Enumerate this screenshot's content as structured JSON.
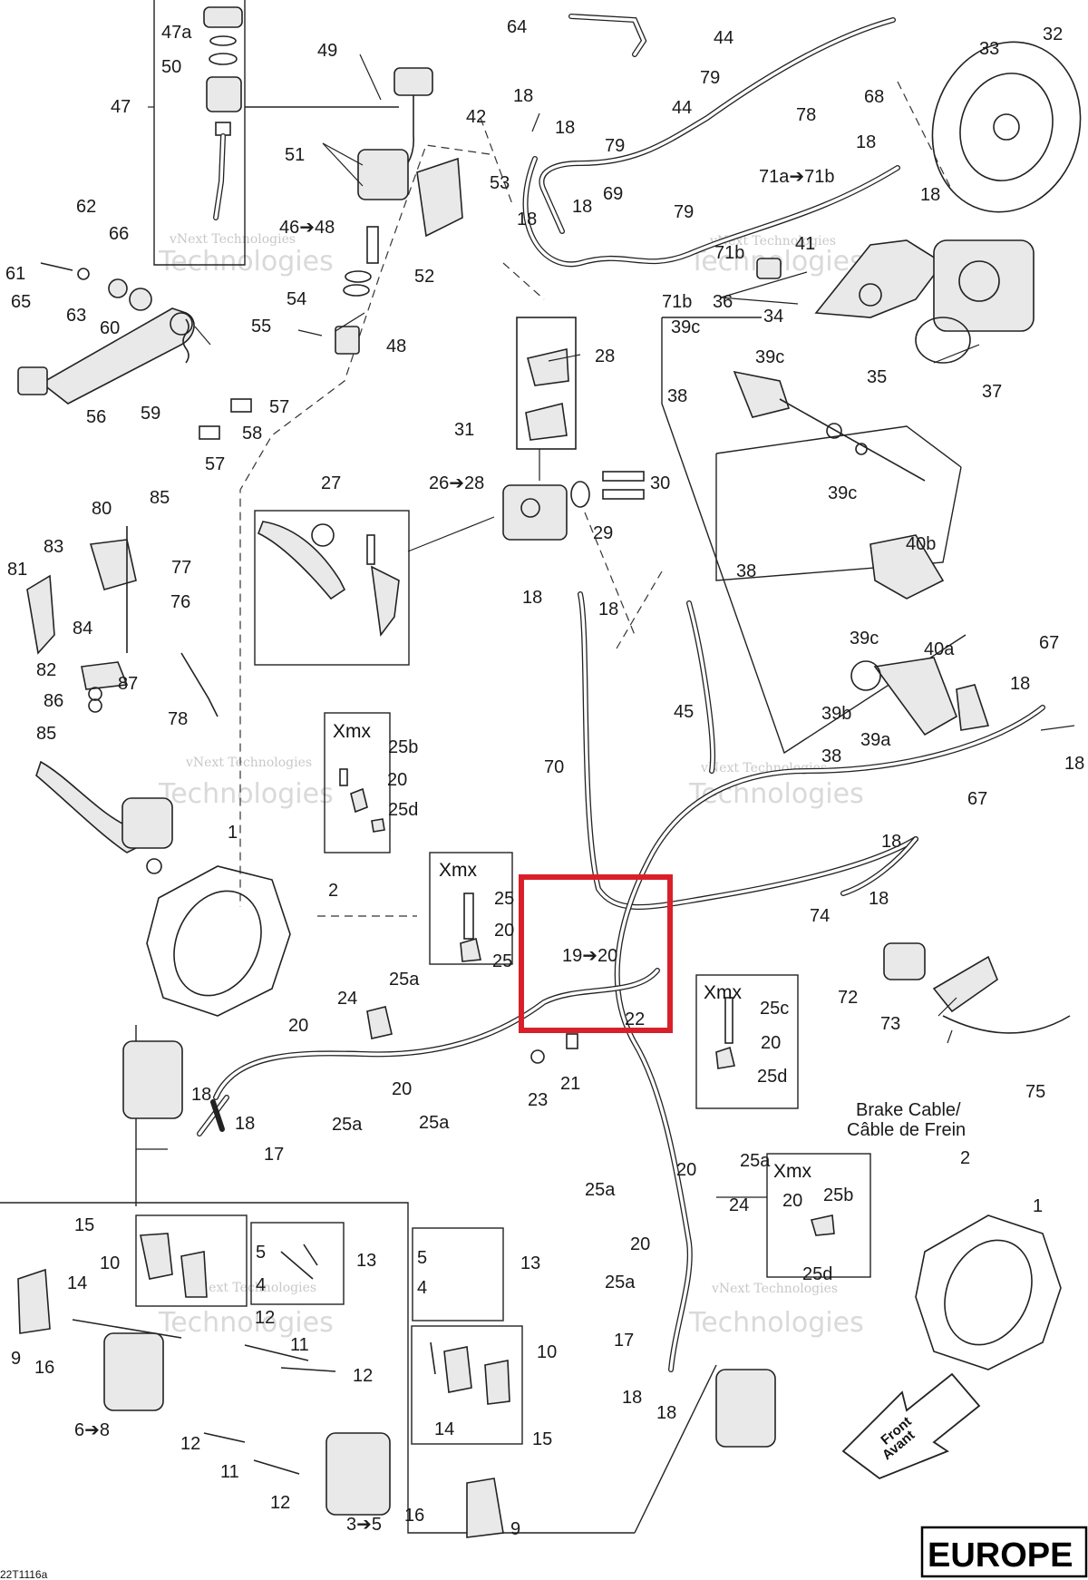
{
  "diagram_ref": "22T1116a",
  "region_badge": "EUROPE",
  "front_arrow": {
    "line1": "Front",
    "line2": "Avant"
  },
  "brake_cable": {
    "line1": "Brake Cable/",
    "line2": "Câble de Frein"
  },
  "watermark": {
    "line1": "vNext Technologies",
    "line2": "Technologies"
  },
  "xmx_label": "Xmx",
  "highlight": {
    "label": "19➔20",
    "color": "#d9202a"
  },
  "labels": {
    "l64": "64",
    "l44a": "44",
    "l32": "32",
    "l33": "33",
    "l47a": "47a",
    "l50": "50",
    "l47": "47",
    "l49": "49",
    "l18a": "18",
    "l18b": "18",
    "l42": "42",
    "l44b": "44",
    "l79a": "79",
    "l78": "78",
    "l68": "68",
    "l18c": "18",
    "l18d": "18",
    "l51": "51",
    "l53": "53",
    "l79b": "79",
    "l79c": "79",
    "l71a": "71a➔71b",
    "l69": "69",
    "l18e": "18",
    "l18f": "18",
    "l46": "46➔48",
    "l52": "52",
    "l41": "41",
    "l71b": "71b",
    "l71b2": "71b",
    "l36": "36",
    "l34": "34",
    "l62": "62",
    "l66": "66",
    "l61": "61",
    "l65": "65",
    "l63": "63",
    "l60": "60",
    "l54": "54",
    "l55": "55",
    "l48": "48",
    "l28": "28",
    "l39c1": "39c",
    "l39c2": "39c",
    "l35": "35",
    "l37": "37",
    "l38a": "38",
    "l56": "56",
    "l59": "59",
    "l57a": "57",
    "l58": "58",
    "l57b": "57",
    "l31": "31",
    "l26": "26➔28",
    "l30": "30",
    "l29": "29",
    "l27": "27",
    "l39c3": "39c",
    "l40b": "40b",
    "l38b": "38",
    "l80": "80",
    "l85a": "85",
    "l83": "83",
    "l77": "77",
    "l81": "81",
    "l76": "76",
    "l84": "84",
    "l82": "82",
    "l87": "87",
    "l86": "86",
    "l85b": "85",
    "l78b": "78",
    "l18g": "18",
    "l18h": "18",
    "l39c4": "39c",
    "l40a": "40a",
    "l67a": "67",
    "l18i": "18",
    "l45": "45",
    "l39b": "39b",
    "l39a": "39a",
    "l38c": "38",
    "l18j": "18",
    "l25b": "25b",
    "l20a": "20",
    "l25d": "25d",
    "l70": "70",
    "l67b": "67",
    "l18k": "18",
    "l18l": "18",
    "l1a": "1",
    "l2a": "2",
    "l25a": "25",
    "l20b": "20",
    "l25c": "25",
    "l74": "74",
    "l72": "72",
    "l73": "73",
    "l75": "75",
    "l25c2": "25c",
    "l20c": "20",
    "l25d2": "25d",
    "l24a": "24",
    "l25a1": "25a",
    "l20d": "20",
    "l20e": "20",
    "l22": "22",
    "l21": "21",
    "l23": "23",
    "l25a2": "25a",
    "l25a3": "25a",
    "l18m": "18",
    "l18n": "18",
    "l17a": "17",
    "l20f": "20",
    "l25a4": "25a",
    "l25a5": "25a",
    "l24b": "24",
    "l20g": "20",
    "l25b2": "25b",
    "l25d3": "25d",
    "l2b": "2",
    "l1b": "1",
    "l20h": "20",
    "l25a6": "25a",
    "l15a": "15",
    "l10a": "10",
    "l5a": "5",
    "l4a": "4",
    "l13a": "13",
    "l14a": "14",
    "l9a": "9",
    "l16a": "16",
    "l12a": "12",
    "l11a": "11",
    "l12b": "12",
    "l6": "6➔8",
    "l12c": "12",
    "l11b": "11",
    "l12d": "12",
    "l5b": "5",
    "l4b": "4",
    "l13b": "13",
    "l10b": "10",
    "l14b": "14",
    "l15b": "15",
    "l3": "3➔5",
    "l16b": "16",
    "l9b": "9",
    "l17b": "17",
    "l18o": "18",
    "l18p": "18"
  }
}
